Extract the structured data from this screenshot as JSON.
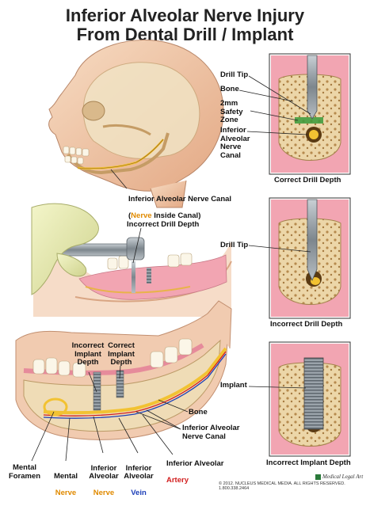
{
  "title": {
    "line1": "Inferior Alveolar Nerve Injury",
    "line2": "From Dental Drill / Implant"
  },
  "head_panel": {
    "canal_label": "Inferior Alveolar Nerve Canal",
    "nerve_word": "Nerve",
    "inside_canal_suffix": " Inside Canal)",
    "open_paren": "("
  },
  "hand_panel": {
    "incorrect_drill_depth": "Incorrect Drill Depth"
  },
  "jaw_panel": {
    "incorrect_implant_depth": "Incorrect\nImplant\nDepth",
    "correct_implant_depth": "Correct\nImplant\nDepth",
    "bone": "Bone",
    "ian_canal": "Inferior Alveolar\nNerve Canal",
    "ia_prefix": "Inferior Alveolar",
    "artery_word": "Artery",
    "mental_foramen": "Mental\nForamen",
    "mental": "Mental",
    "mental_nerve_word": "Nerve",
    "inferior_alveolar_nerve_top": "Inferior\nAlveolar",
    "inferior_alveolar_nerve_word": "Nerve",
    "inferior_alveolar_vein_top": "Inferior\nAlveolar",
    "vein_word": "Vein"
  },
  "inset_correct": {
    "drill_tip": "Drill Tip",
    "bone": "Bone",
    "safety_zone": "2mm\nSafety\nZone",
    "nerve_canal": "Inferior\nAlveolar\nNerve\nCanal",
    "caption": "Correct Drill Depth"
  },
  "inset_incorrect": {
    "drill_tip": "Drill Tip",
    "caption": "Incorrect Drill Depth"
  },
  "inset_implant": {
    "implant": "Implant",
    "caption": "Incorrect Implant Depth"
  },
  "footer": {
    "copyright": "© 2012. NUCLEUS MEDICAL MEDIA. ALL RIGHTS RESERVED.  1.800.338.2464",
    "logo": "Medical Legal Art"
  },
  "colors": {
    "gum_pink": "#f2a5b2",
    "bone_tan": "#e9d1a0",
    "nerve_yellow": "#f2c232",
    "skin": "#f0c9a8",
    "drill_steel": "#8e979e"
  }
}
